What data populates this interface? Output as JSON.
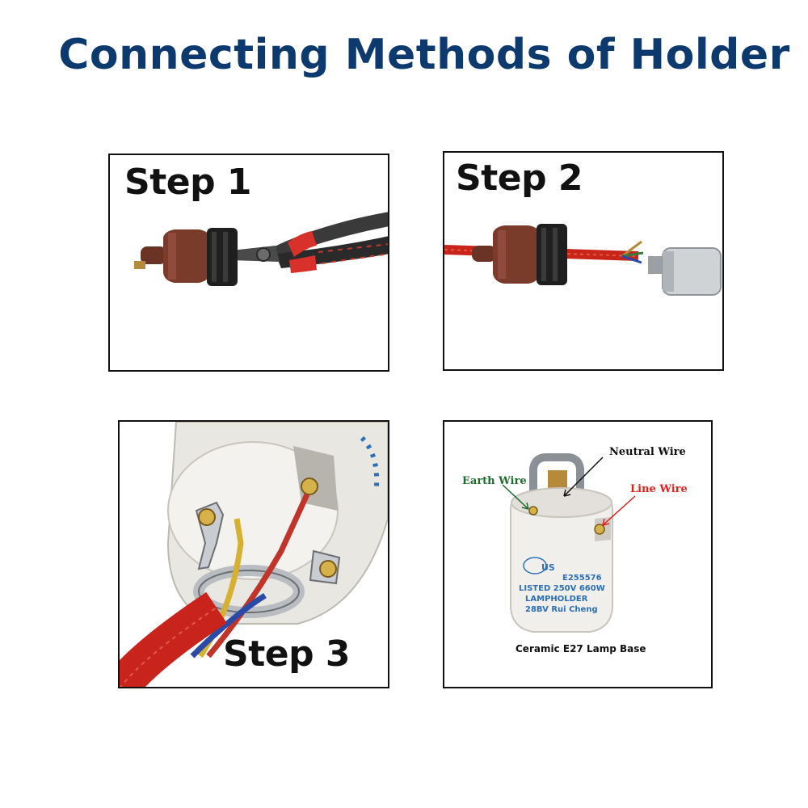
{
  "page": {
    "title": "Connecting Methods of Holder"
  },
  "steps": [
    {
      "label": "Step 1"
    },
    {
      "label": "Step 2"
    },
    {
      "label": "Step 3"
    }
  ],
  "diagram": {
    "callouts": {
      "neutral": "Neutral Wire",
      "earth": "Earth Wire",
      "line": "Line Wire"
    },
    "base_print": {
      "mark": "US",
      "code": "E255576",
      "listed": "LISTED 250V 660W",
      "type": "LAMPHOLDER",
      "maker": "28BV Rui Cheng"
    },
    "caption": "Ceramic E27 Lamp Base"
  },
  "colors": {
    "title": "#0d3a6e",
    "earth_label": "#1e6b2c",
    "line_label": "#e0201a",
    "neutral_label": "#111111",
    "copper": "#7a3b2a",
    "red_cord": "#c8241c"
  },
  "icons": [
    "pliers-icon",
    "lamp-holder-icon",
    "ceramic-base-icon"
  ]
}
